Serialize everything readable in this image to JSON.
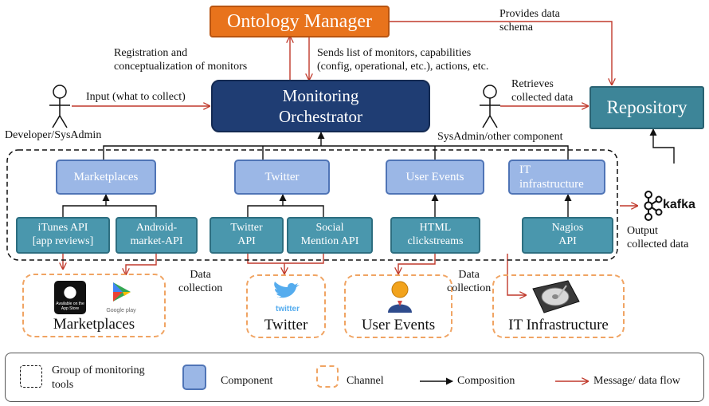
{
  "nodes": {
    "ontology_manager": "Ontology Manager",
    "monitoring_orchestrator": [
      "Monitoring",
      "Orchestrator"
    ],
    "repository": "Repository",
    "group_marketplaces": "Marketplaces",
    "group_twitter": "Twitter",
    "group_user_events": "User Events",
    "group_it": [
      "IT",
      "infrastructure"
    ],
    "itunes_api": [
      "iTunes API",
      "[app reviews]"
    ],
    "android_api": [
      "Android-",
      "market-API"
    ],
    "twitter_api": [
      "Twitter",
      "API"
    ],
    "social_mention_api": [
      "Social",
      "Mention API"
    ],
    "html_clickstreams": [
      "HTML",
      "clickstreams"
    ],
    "nagios_api": [
      "Nagios",
      "API"
    ]
  },
  "actors": {
    "developer": "Developer/SysAdmin",
    "sysadmin_other": "SysAdmin/other component"
  },
  "edge_labels": {
    "provides_schema": [
      "Provides data",
      "schema"
    ],
    "registration": [
      "Registration and",
      "conceptualization of monitors"
    ],
    "sends_list": [
      "Sends list of monitors, capabilities",
      "(config, operational, etc.), actions, etc."
    ],
    "input": "Input (what to collect)",
    "retrieves": [
      "Retrieves",
      "collected data"
    ],
    "output": [
      "Output",
      "collected data"
    ],
    "data_collection_1": [
      "Data",
      "collection"
    ],
    "data_collection_2": [
      "Data",
      "collection"
    ]
  },
  "kafka_label": "kafka",
  "channels": {
    "marketplaces": "Marketplaces",
    "twitter": "Twitter",
    "user_events": "User Events",
    "it_infrastructure": "IT Infrastructure",
    "twitter_logo_text": "twitter",
    "app_store_text": "Available on the App Store",
    "google_play_text": "Google play"
  },
  "legend": {
    "group": [
      "Group of monitoring",
      "tools"
    ],
    "component": "Component",
    "channel": "Channel",
    "composition": "Composition",
    "message_flow": "Message/ data flow"
  },
  "colors": {
    "ontology_manager": "#e8731c",
    "orchestrator": "#1f3d73",
    "repository": "#3d8598",
    "group_box": "#9bb7e6",
    "api_box": "#4a97ad",
    "message_flow": "#c0392b",
    "channel_border": "#f0a463"
  }
}
